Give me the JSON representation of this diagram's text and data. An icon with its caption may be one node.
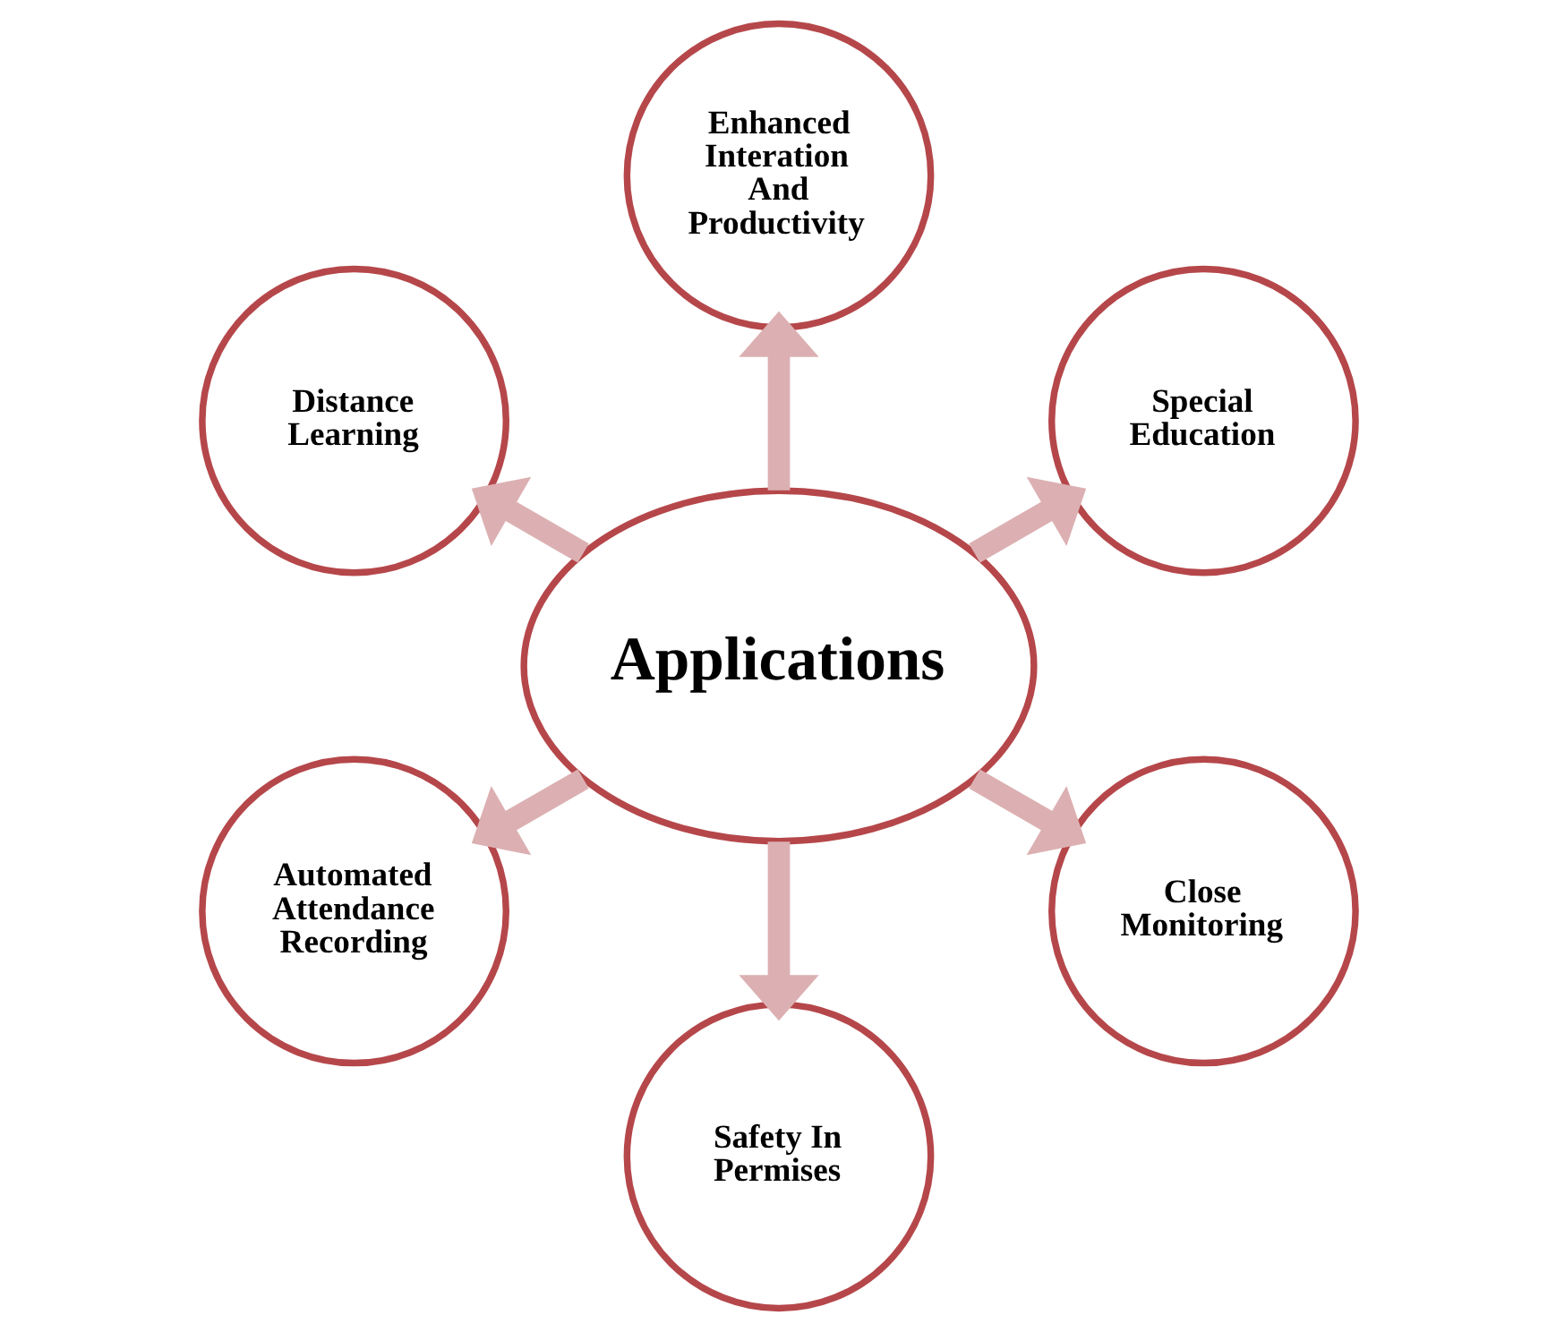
{
  "diagram": {
    "nodes": [
      {
        "text": [
          "Special Education"
        ]
      },
      {
        "text": [
          "Enhanced Interation And Productivity"
        ]
      },
      {
        "text": [
          "Distance Learning"
        ]
      },
      {
        "text": [
          "Applications"
        ]
      },
      {
        "text": [
          "Automated Attendance Recording"
        ]
      },
      {
        "text": [
          "Safety In Permises"
        ]
      },
      {
        "text": [
          "Close Monitoring"
        ]
      }
    ],
    "edges": [
      {
        "from": 3,
        "to": 0,
        "arrow": "to"
      },
      {
        "from": 3,
        "to": 2,
        "arrow": "to"
      },
      {
        "from": 3,
        "to": 5,
        "arrow": "to"
      },
      {
        "from": 3,
        "to": 6,
        "arrow": "to"
      },
      {
        "from": 3,
        "to": 4,
        "arrow": "to"
      },
      {
        "from": 3,
        "to": 1,
        "arrow": "to"
      }
    ]
  }
}
